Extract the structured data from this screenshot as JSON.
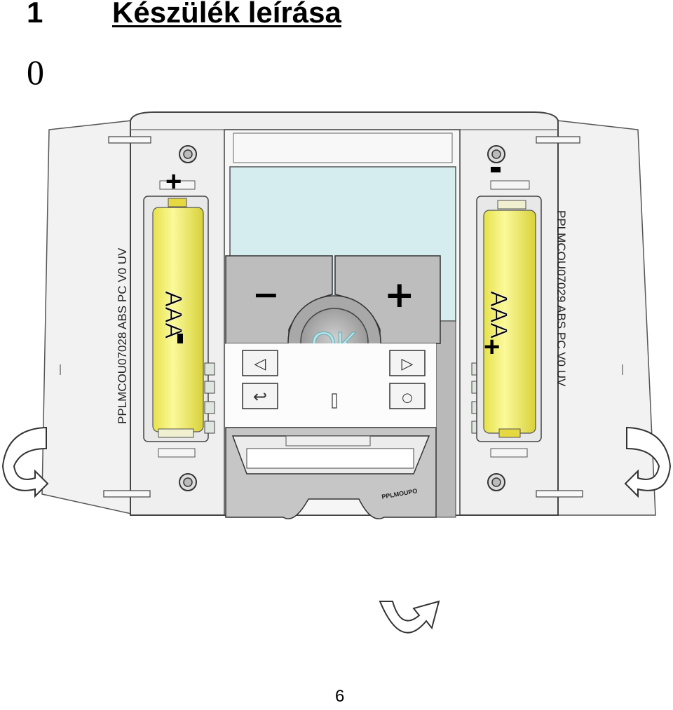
{
  "heading": {
    "number": "1",
    "title": "Készülék leírása"
  },
  "figure": {
    "label": "0",
    "left_battery": {
      "label": "AAA",
      "plus": "+",
      "minus": "-"
    },
    "right_battery": {
      "label": "AAA",
      "plus": "+",
      "minus": "-"
    },
    "left_panel_text": "PPLMCOU07028 ABS PC V0 UV",
    "right_panel_text": "PPLMCOU07029 ABS PC V0 UV",
    "buttons": {
      "minus": "−",
      "plus": "+",
      "ok": "OK",
      "left": "◁",
      "right": "▷",
      "back": "↩",
      "circle": "○"
    },
    "brand_text": "PPLMOUPO"
  },
  "page_number": "6"
}
